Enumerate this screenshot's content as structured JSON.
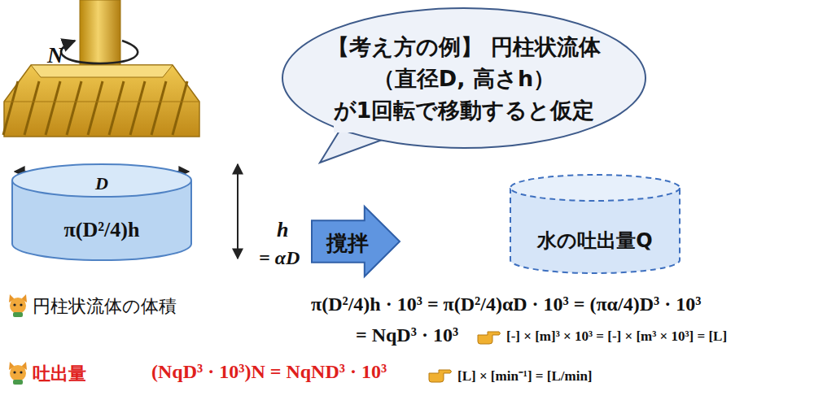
{
  "diagram": {
    "nodes": [
      {
        "text": [
          "【考え方の例】 円柱状流体（直径D, 高さh） が1回転で移動すると仮定"
        ]
      },
      {
        "text": [
          "π(D²/4)h"
        ]
      },
      {
        "text": [
          "撹拌"
        ]
      },
      {
        "text": [
          "水の吐出量Q"
        ]
      }
    ],
    "labels": [
      "N",
      "D",
      "h",
      "= αD",
      "円柱状流体の体積",
      "π(D²/4)h · 10³ = π(D²/4)αD · 10³ = (πα/4)D³ · 10³",
      "= NqD³ · 10³",
      "[-] × [m]³ × 10³ = [-] × [m³ × 10³] = [L]",
      "吐出量",
      "(NqD³ · 10³)N = NqND³ · 10³",
      "[L] × [min⁻¹] = [L/min]"
    ]
  }
}
